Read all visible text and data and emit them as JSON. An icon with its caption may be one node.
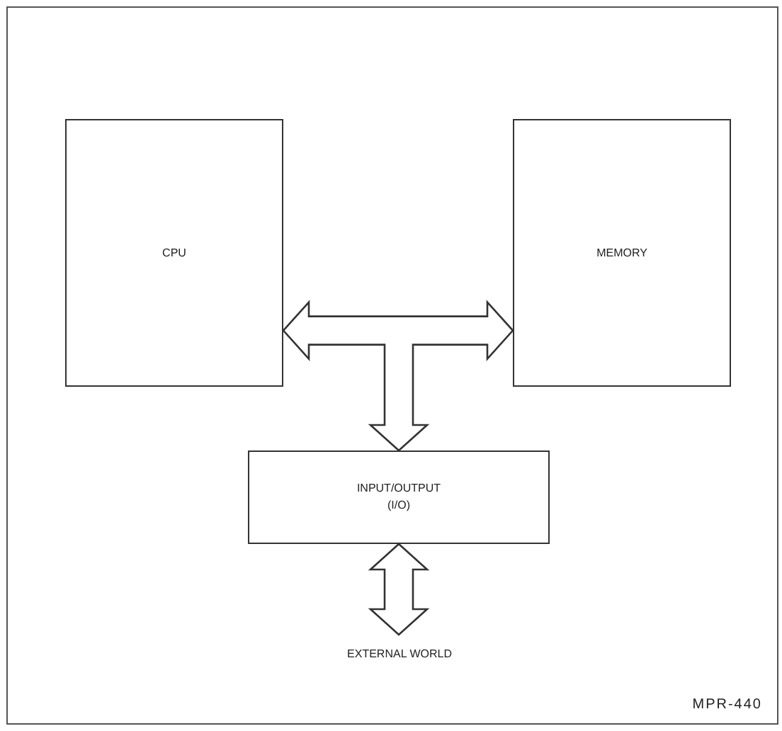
{
  "diagram": {
    "nodes": [
      {
        "text": [
          "CPU"
        ]
      },
      {
        "text": [
          "MEMORY"
        ]
      },
      {
        "text": [
          "INPUT/OUTPUT (I/O)"
        ]
      },
      {
        "text": [
          "EXTERNAL WORLD"
        ]
      }
    ],
    "edges": [
      {
        "from": 0,
        "to": 1,
        "arrow": "both"
      },
      {
        "from": 0,
        "to": 2,
        "arrow": "both"
      },
      {
        "from": 1,
        "to": 2,
        "arrow": "both"
      },
      {
        "from": 2,
        "to": 3,
        "arrow": "both"
      }
    ],
    "labels": [
      "MPR-440"
    ]
  }
}
